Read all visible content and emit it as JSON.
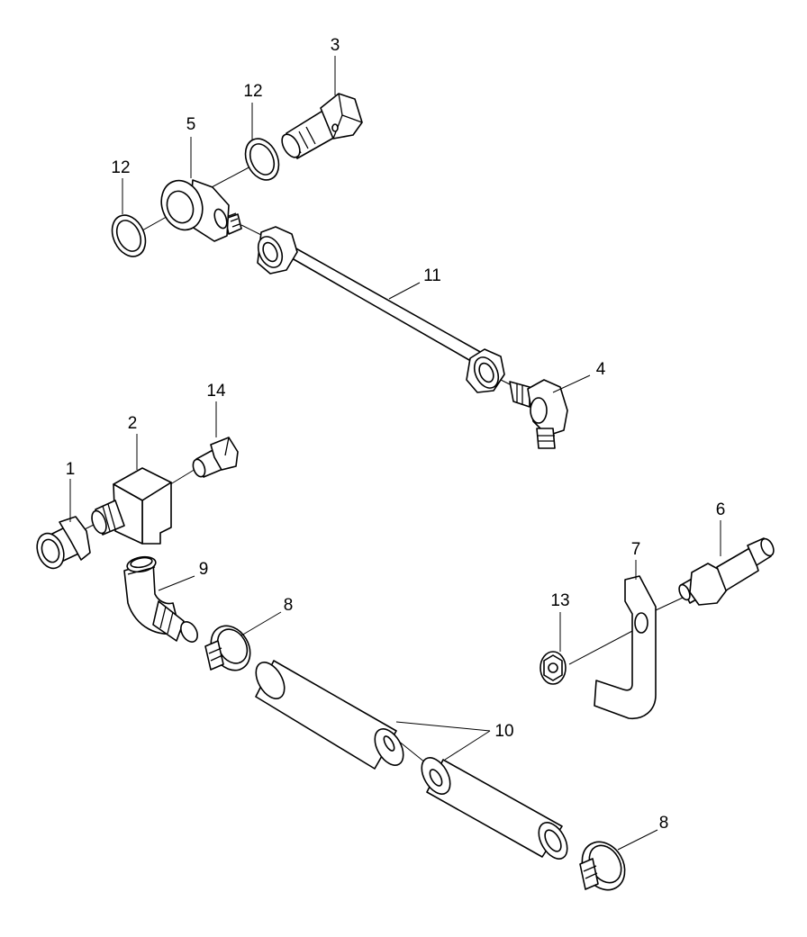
{
  "colors": {
    "line": "#000000",
    "background": "#ffffff"
  },
  "callouts": {
    "c1": "1",
    "c2": "2",
    "c3": "3",
    "c4": "4",
    "c5": "5",
    "c6": "6",
    "c7": "7",
    "c8a": "8",
    "c8b": "8",
    "c9": "9",
    "c10": "10",
    "c11": "11",
    "c12a": "12",
    "c12b": "12",
    "c13": "13",
    "c14": "14"
  }
}
